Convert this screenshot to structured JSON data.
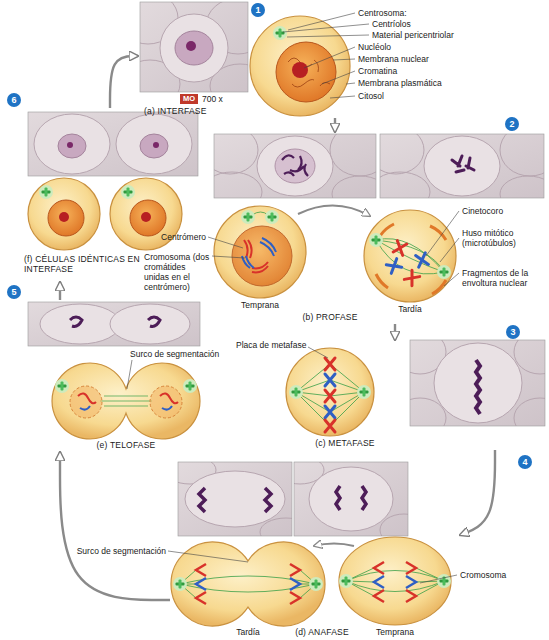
{
  "diagram": {
    "nodes": [
      {
        "text": [
          "(a) INTERFASE"
        ]
      },
      {
        "text": [
          "(b) PROFASE"
        ]
      },
      {
        "text": [
          "(c) METAFASE"
        ]
      },
      {
        "text": [
          "(d) ANAFASE"
        ]
      },
      {
        "text": [
          "(e) TELOFASE"
        ]
      },
      {
        "text": [
          "(f) CÉLULAS IDÉNTICAS EN INTERFASE"
        ]
      }
    ],
    "edges": [
      {
        "from": 0,
        "to": 1,
        "arrow": "to"
      },
      {
        "from": 1,
        "to": 2,
        "arrow": "to"
      },
      {
        "from": 2,
        "to": 3,
        "arrow": "to"
      },
      {
        "from": 3,
        "to": 4,
        "arrow": "to"
      },
      {
        "from": 4,
        "to": 5,
        "arrow": "to"
      },
      {
        "from": 5,
        "to": 0,
        "arrow": "to"
      }
    ],
    "labels": [
      "1",
      "MO",
      "700 x",
      "Centrosoma:",
      "Centríolos",
      "Material pericentriolar",
      "Nucléolo",
      "Membrana nuclear",
      "Cromatina",
      "Membrana plasmática",
      "Citosol",
      "2",
      "Cinetocoro",
      "Centrómero",
      "Cromosoma (dos cromátides unidas en el centrómero)",
      "Huso mitótico (microtúbulos)",
      "Temprana",
      "Tardía",
      "Fragmentos de la envoltura nuclear",
      "Placa de metafase",
      "3",
      "4",
      "Surco de segmentación",
      "Cromosoma",
      "Tardía",
      "Temprana",
      "5",
      "Surco de segmentación",
      "6"
    ]
  }
}
